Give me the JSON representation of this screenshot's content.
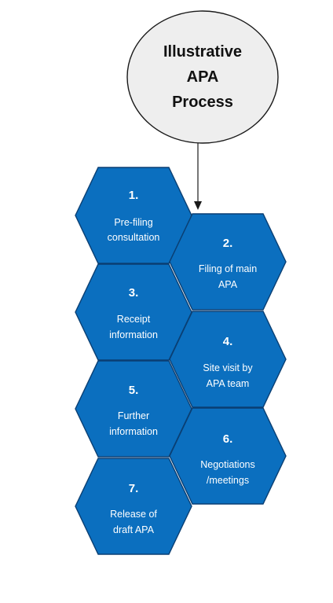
{
  "title": {
    "line1": "Illustrative",
    "line2": "APA",
    "line3": "Process"
  },
  "steps": [
    {
      "number": "1.",
      "line1": "Pre-filing",
      "line2": "consultation"
    },
    {
      "number": "2.",
      "line1": "Filing of main",
      "line2": "APA"
    },
    {
      "number": "3.",
      "line1": "Receipt",
      "line2": "information"
    },
    {
      "number": "4.",
      "line1": "Site visit by",
      "line2": "APA team"
    },
    {
      "number": "5.",
      "line1": "Further",
      "line2": "information"
    },
    {
      "number": "6.",
      "line1": "Negotiations",
      "line2": "/meetings"
    },
    {
      "number": "7.",
      "line1": "Release of",
      "line2": "draft APA"
    }
  ],
  "colors": {
    "hex_fill": "#0b6fbf",
    "hex_border": "#0a3f73",
    "title_fill": "#eeeeee"
  }
}
